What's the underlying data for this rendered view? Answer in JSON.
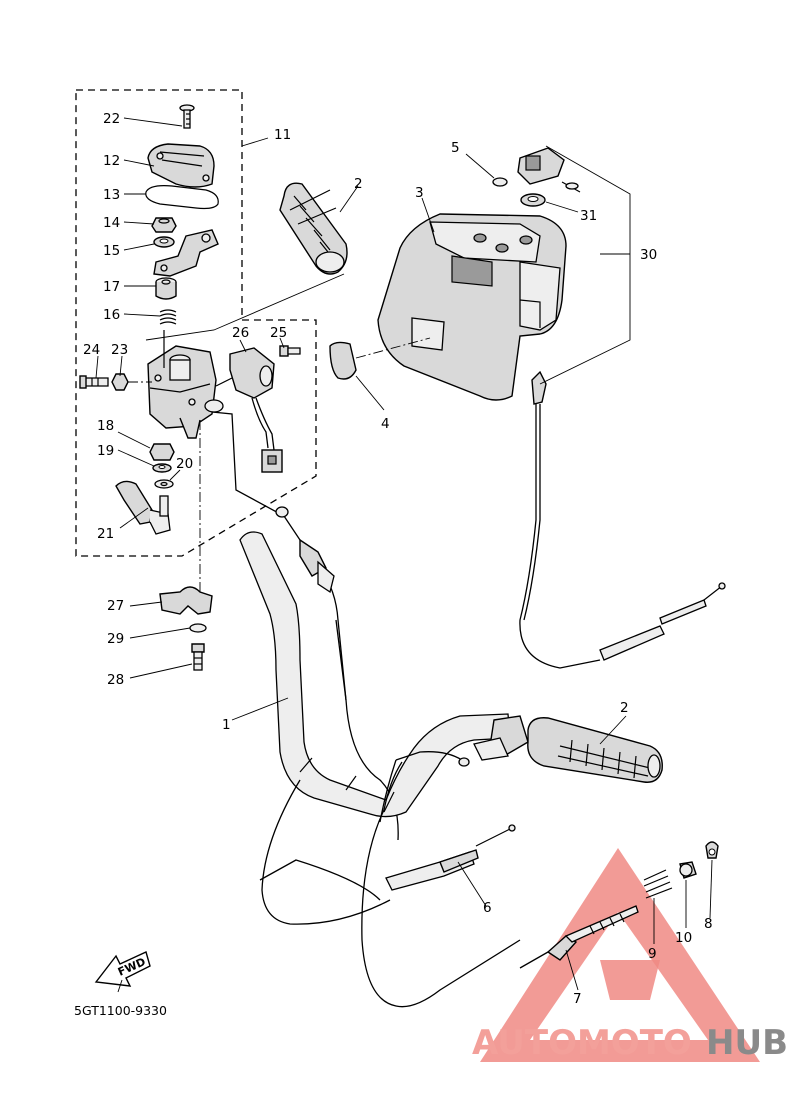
{
  "diagram_code": "5GT1100-9330",
  "fwd_label": "FWD",
  "watermark": {
    "red_text": "AUTOMOTO",
    "grey_text": "HUB",
    "triangle_color": "#f08a84",
    "text_red_color": "#f3a09a",
    "text_grey_color": "#8a8a8a"
  },
  "callouts": {
    "c1": "1",
    "c2a": "2",
    "c2b": "2",
    "c3": "3",
    "c4": "4",
    "c5": "5",
    "c6": "6",
    "c7": "7",
    "c8": "8",
    "c9": "9",
    "c10": "10",
    "c11": "11",
    "c12": "12",
    "c13": "13",
    "c14": "14",
    "c15": "15",
    "c16": "16",
    "c17": "17",
    "c18": "18",
    "c19": "19",
    "c20": "20",
    "c21": "21",
    "c22": "22",
    "c23": "23",
    "c24": "24",
    "c25": "25",
    "c26": "26",
    "c27": "27",
    "c28": "28",
    "c29": "29",
    "c30": "30",
    "c31": "31"
  }
}
